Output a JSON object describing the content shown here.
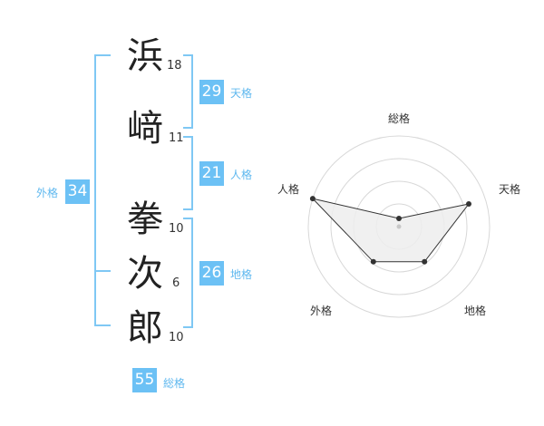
{
  "name": {
    "chars": [
      {
        "kanji": "浜",
        "strokes": "18"
      },
      {
        "kanji": "﨑",
        "strokes": "11"
      },
      {
        "kanji": "拳",
        "strokes": "10"
      },
      {
        "kanji": "次",
        "strokes": "6"
      },
      {
        "kanji": "郎",
        "strokes": "10"
      }
    ]
  },
  "scores": {
    "tenkaku": {
      "value": "29",
      "label": "天格"
    },
    "jinkaku": {
      "value": "21",
      "label": "人格"
    },
    "chikaku": {
      "value": "26",
      "label": "地格"
    },
    "gaikaku": {
      "value": "34",
      "label": "外格"
    },
    "soukaku": {
      "value": "55",
      "label": "総格"
    }
  },
  "chart_data": {
    "type": "radar",
    "axes": [
      "総格",
      "天格",
      "地格",
      "外格",
      "人格"
    ],
    "values": [
      0.09,
      0.81,
      0.48,
      0.48,
      1.0
    ],
    "rings": 4,
    "range": [
      0,
      1
    ]
  },
  "colors": {
    "accent": "#6cc1f5",
    "bracket": "#7fc8f4",
    "fill": "#ededed",
    "ring": "#d8d8d8"
  }
}
